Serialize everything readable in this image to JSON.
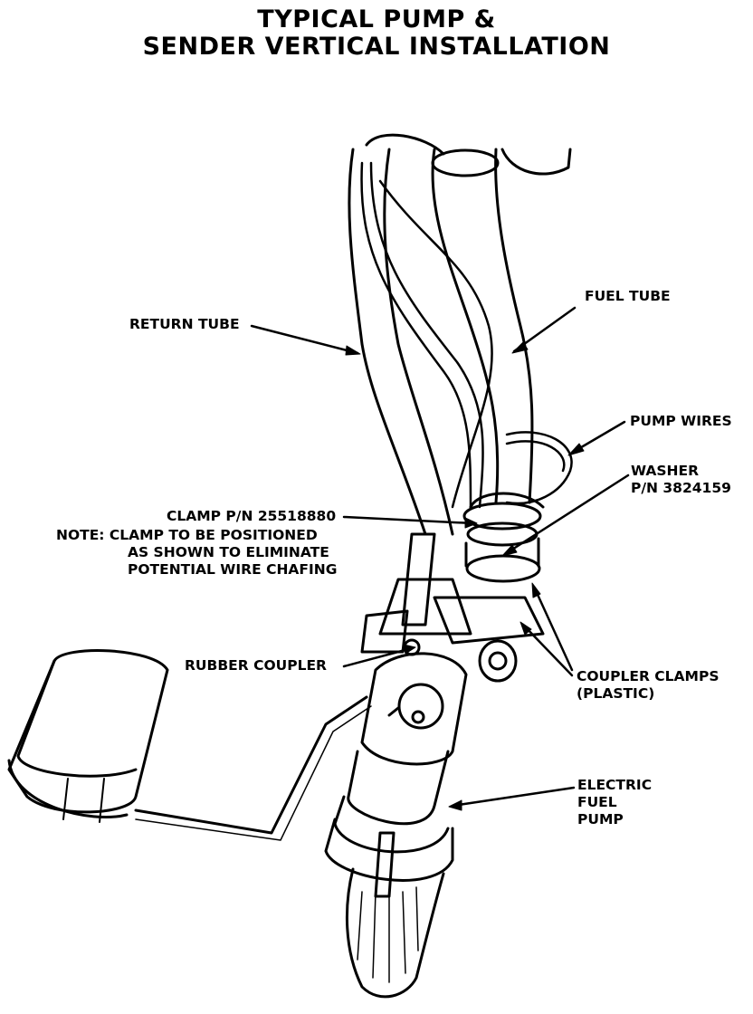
{
  "title": {
    "line1": "TYPICAL PUMP &",
    "line2": "SENDER VERTICAL INSTALLATION"
  },
  "labels": {
    "fuel_tube": "FUEL TUBE",
    "return_tube": "RETURN TUBE",
    "pump_wires": "PUMP WIRES",
    "washer_line1": "WASHER",
    "washer_line2": "P/N 3824159",
    "clamp": "CLAMP P/N 25518880",
    "note_line1": "NOTE:  CLAMP TO BE POSITIONED",
    "note_line2": "AS SHOWN TO ELIMINATE",
    "note_line3": "POTENTIAL WIRE CHAFING",
    "rubber_coupler": "RUBBER COUPLER",
    "coupler_clamps_line1": "COUPLER CLAMPS",
    "coupler_clamps_line2": "(PLASTIC)",
    "electric_line1": "ELECTRIC",
    "electric_line2": "FUEL",
    "electric_line3": "PUMP"
  }
}
